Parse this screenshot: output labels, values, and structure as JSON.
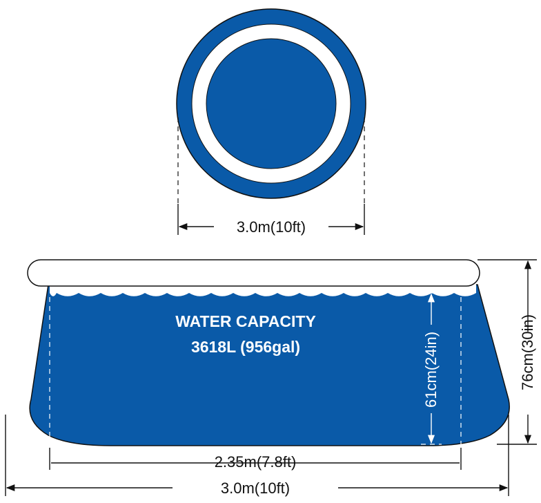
{
  "colors": {
    "pool_blue": "#0a5aa8",
    "outline": "#111111",
    "ring_white": "#ffffff"
  },
  "top_view": {
    "diameter_label": "3.0m(10ft)"
  },
  "side_view": {
    "capacity_title": "WATER CAPACITY",
    "capacity_value": "3618L (956gal)",
    "water_height_label": "61cm(24in)",
    "total_height_label": "76cm(30in)",
    "bottom_diameter_label": "2.35m(7.8ft)",
    "top_diameter_label": "3.0m(10ft)"
  }
}
